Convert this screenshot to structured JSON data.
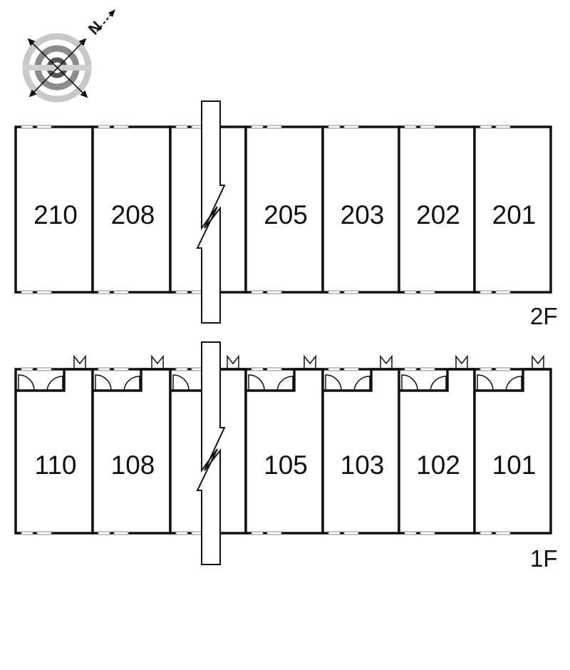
{
  "compass": {
    "north_letter": "N",
    "icon": "compass-rose-icon"
  },
  "floors": [
    {
      "id": "2f",
      "label": "2F",
      "units": [
        "210",
        "208",
        "",
        "205",
        "203",
        "202",
        "201"
      ],
      "has_doors": false
    },
    {
      "id": "1f",
      "label": "1F",
      "units": [
        "110",
        "108",
        "",
        "105",
        "103",
        "102",
        "101"
      ],
      "has_doors": true
    }
  ]
}
